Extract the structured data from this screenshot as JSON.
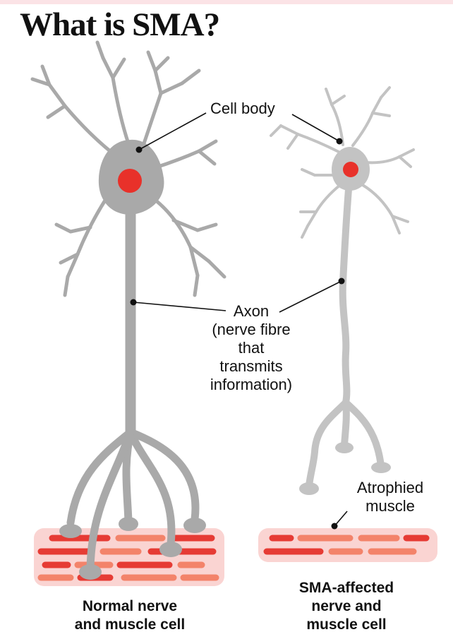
{
  "title": "What is SMA?",
  "labels": {
    "cell_body": "Cell body",
    "axon": "Axon",
    "axon_desc_1": "(nerve fibre",
    "axon_desc_2": "that",
    "axon_desc_3": "transmits",
    "axon_desc_4": "information)",
    "atrophied_1": "Atrophied",
    "atrophied_2": "muscle"
  },
  "captions": {
    "normal_1": "Normal nerve",
    "normal_2": "and muscle cell",
    "sma_1": "SMA-affected",
    "sma_2": "nerve and",
    "sma_3": "muscle cell"
  },
  "colors": {
    "neuron": "#a9a9a9",
    "nucleus": "#e8312a",
    "muscle_bg": "#fad4d2",
    "muscle_dark": "#e63b34",
    "muscle_light": "#f3836a"
  }
}
